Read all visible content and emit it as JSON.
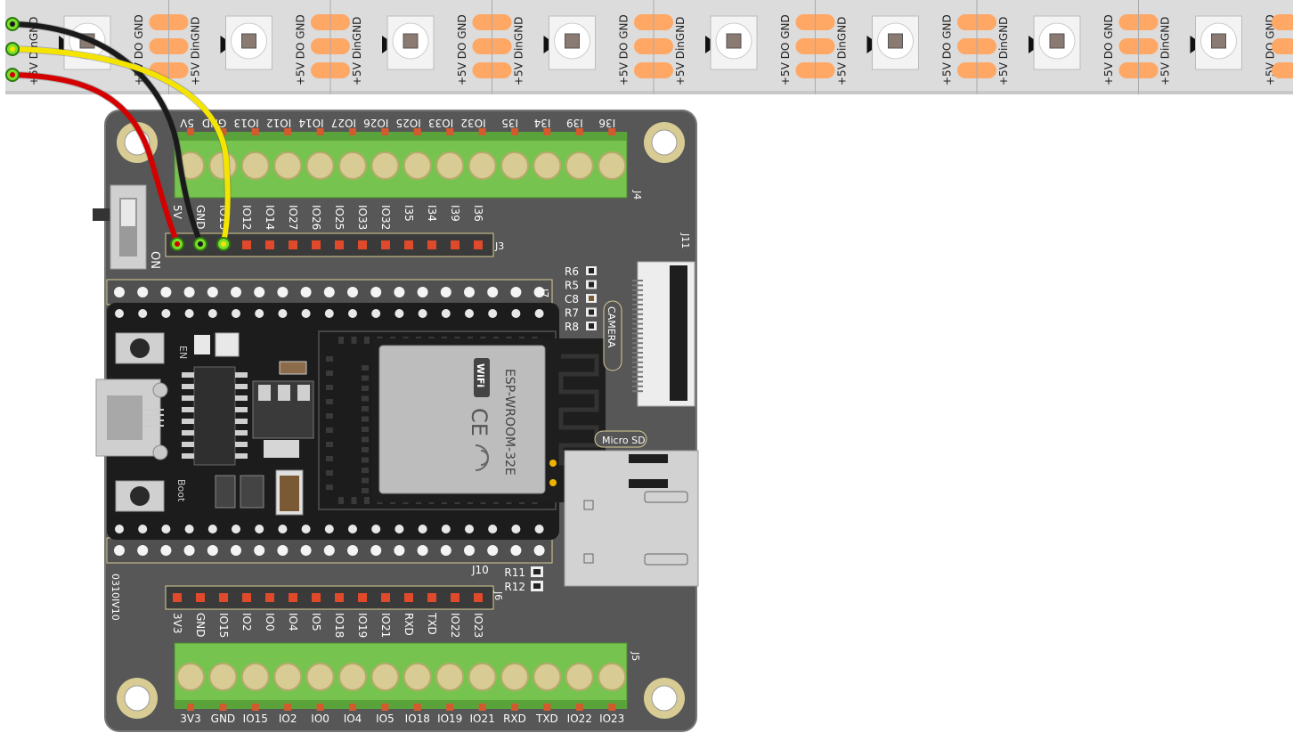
{
  "strip": {
    "segment_labels": [
      "+5V DinGND",
      "+5V DO GND"
    ],
    "color": "#dddddd",
    "pad_color": "#ffa765"
  },
  "board": {
    "top_header_labels": [
      "5V",
      "GND",
      "IO13",
      "IO12",
      "IO14",
      "IO27",
      "IO26",
      "IO25",
      "IO33",
      "IO32",
      "I35",
      "I34",
      "I39",
      "I36"
    ],
    "j4_terminal_labels": [
      "5V",
      "GND",
      "IO13",
      "IO12",
      "IO14",
      "IO27",
      "IO26",
      "IO25",
      "IO33",
      "IO32",
      "I35",
      "I34",
      "I39",
      "I36"
    ],
    "bottom_header_labels": [
      "3V3",
      "GND",
      "IO15",
      "IO2",
      "IO0",
      "IO4",
      "IO5",
      "IO18",
      "IO19",
      "IO21",
      "RXD",
      "TXD",
      "IO22",
      "IO23"
    ],
    "j5_terminal_labels": [
      "3V3",
      "GND",
      "IO15",
      "IO2",
      "IO0",
      "IO4",
      "IO5",
      "IO18",
      "IO19",
      "IO21",
      "RXD",
      "TXD",
      "IO22",
      "IO23"
    ],
    "connector_ids": {
      "j3": "J3",
      "j4": "J4",
      "j5": "J5",
      "j6": "J6",
      "j7": "J7",
      "j10": "J10",
      "j11": "J11"
    },
    "resistors_top": [
      "R6",
      "R5",
      "C8",
      "R7",
      "R8"
    ],
    "resistors_bottom": [
      "R11",
      "R12"
    ],
    "camera_label": "CAMERA",
    "sd_label": "Micro SD",
    "switch_label": "ON",
    "board_id": "0310IV10",
    "board_color": "#555555"
  },
  "module": {
    "name": "ESP-WROOM-32E",
    "wifi_label": "WiFi",
    "ce_mark": "CE",
    "en_label": "EN",
    "boot_label": "Boot"
  },
  "wires": [
    {
      "name": "5V",
      "color": "#d40000"
    },
    {
      "name": "GND",
      "color": "#1a1a1a"
    },
    {
      "name": "IO13",
      "color": "#f4e400"
    }
  ]
}
